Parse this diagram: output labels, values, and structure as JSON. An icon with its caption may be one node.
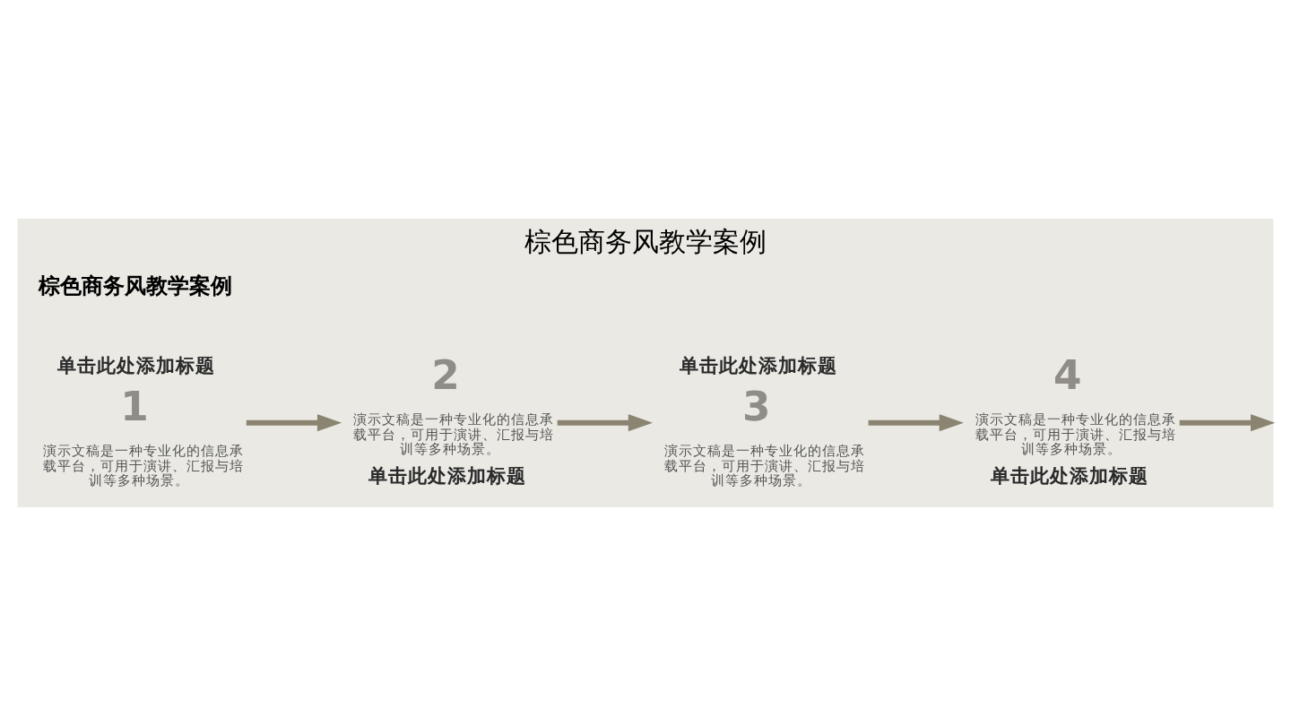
{
  "diagram": {
    "title": "棕色商务风教学案例",
    "nodes": [
      {
        "text": [
          "单击此处添加标题",
          "1",
          "演示文稿是一种专业化的信息承载平台，可用于演讲、汇报与培训等多种场景。"
        ]
      },
      {
        "text": [
          "2",
          "演示文稿是一种专业化的信息承载平台，可用于演讲、汇报与培训等多种场景。",
          "单击此处添加标题"
        ]
      },
      {
        "text": [
          "单击此处添加标题",
          "3",
          "演示文稿是一种专业化的信息承载平台，可用于演讲、汇报与培训等多种场景。"
        ]
      },
      {
        "text": [
          "4",
          "演示文稿是一种专业化的信息承载平台，可用于演讲、汇报与培训等多种场景。",
          "单击此处添加标题"
        ]
      }
    ],
    "edges": [
      {
        "from": 0,
        "to": 1,
        "arrow": "to"
      },
      {
        "from": 1,
        "to": 2,
        "arrow": "to"
      },
      {
        "from": 2,
        "to": 3,
        "arrow": "to"
      },
      {
        "from": 3,
        "to": null,
        "arrow": "to"
      }
    ],
    "labels": [
      "棕色商务风教学案例"
    ]
  }
}
